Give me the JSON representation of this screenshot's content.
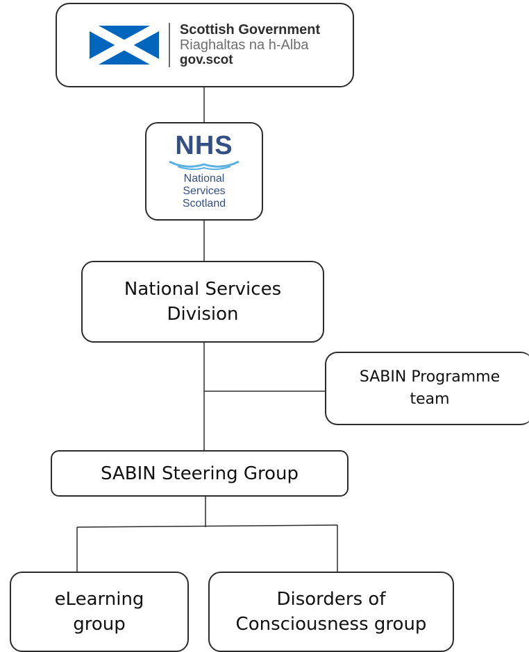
{
  "org_chart": {
    "gov_logo": {
      "line1": "Scottish Government",
      "line2": "Riaghaltas na h-Alba",
      "line3": "gov.scot",
      "flag_blue": "#0065bd",
      "flag_white": "#ffffff"
    },
    "nhs_logo": {
      "wordmark": "NHS",
      "subtitle": "National\nServices\nScotland",
      "brand_color": "#324f86",
      "wave_color": "#5ab0e0"
    },
    "nodes": {
      "national_services_division": "National Services\nDivision",
      "sabin_programme_team": "SABIN Programme\nteam",
      "sabin_steering_group": "SABIN Steering Group",
      "elearning_group": "eLearning\ngroup",
      "disorders_group": "Disorders of\nConsciousness group"
    }
  }
}
